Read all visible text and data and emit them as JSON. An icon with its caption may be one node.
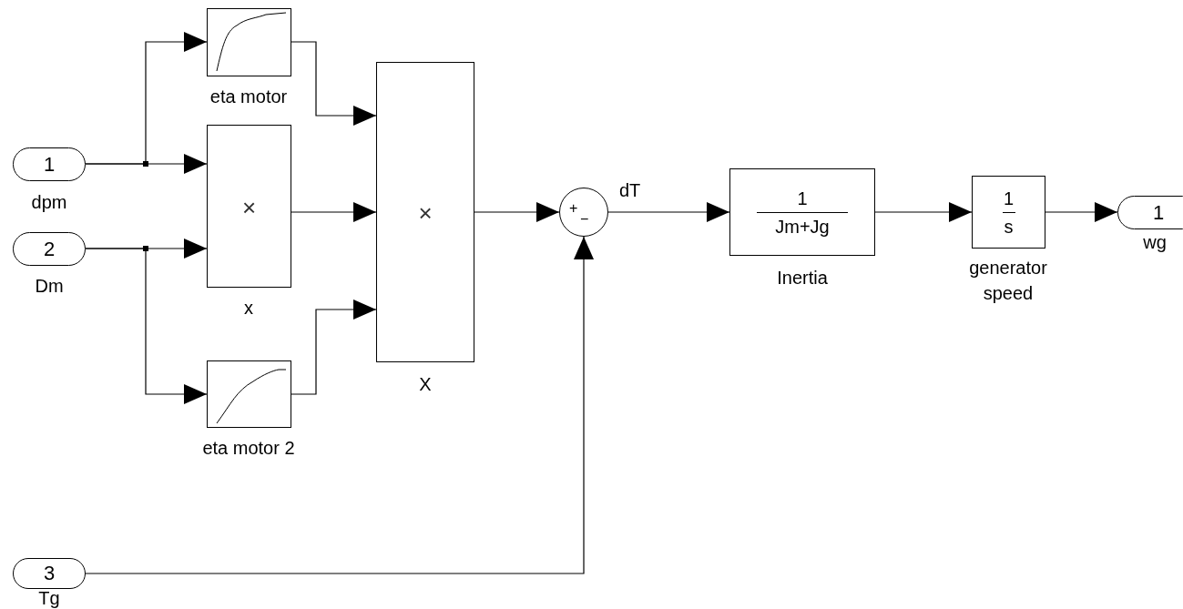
{
  "diagram": {
    "nodes": [
      {
        "text": [
          "1"
        ],
        "beside": [
          "dpm"
        ]
      },
      {
        "text": [
          "2"
        ],
        "beside": [
          "Dm"
        ]
      },
      {
        "text": [
          "3"
        ],
        "beside": [
          "Tg"
        ]
      },
      {
        "text": [],
        "shape": "box",
        "beside": [
          "eta motor"
        ]
      },
      {
        "text": [
          "×"
        ],
        "beside": [
          "x"
        ]
      },
      {
        "text": [],
        "shape": "box",
        "beside": [
          "eta motor 2"
        ]
      },
      {
        "text": [
          "×"
        ],
        "beside": [
          "X"
        ]
      },
      {
        "text": [
          "+",
          "−"
        ]
      },
      {
        "text": [
          "1",
          "Jm+Jg"
        ],
        "beside": [
          "Inertia"
        ]
      },
      {
        "text": [
          "1",
          "s"
        ],
        "beside": [
          "generator speed"
        ]
      },
      {
        "text": [
          "1"
        ],
        "beside": [
          "wg"
        ]
      }
    ],
    "edges": [
      {
        "from": 0,
        "to": 3,
        "arrow": "to"
      },
      {
        "from": 0,
        "to": 4,
        "arrow": "to"
      },
      {
        "from": 1,
        "to": 4,
        "arrow": "to"
      },
      {
        "from": 1,
        "to": 5,
        "arrow": "to"
      },
      {
        "from": 3,
        "to": 6,
        "arrow": "to"
      },
      {
        "from": 4,
        "to": 6,
        "arrow": "to"
      },
      {
        "from": 5,
        "to": 6,
        "arrow": "to"
      },
      {
        "from": 6,
        "to": 7,
        "arrow": "to"
      },
      {
        "from": 2,
        "to": 7,
        "arrow": "to"
      },
      {
        "from": 7,
        "to": 8,
        "arrow": "to",
        "label": "dT"
      },
      {
        "from": 8,
        "to": 9,
        "arrow": "to"
      },
      {
        "from": 9,
        "to": 10,
        "arrow": "to"
      }
    ]
  }
}
